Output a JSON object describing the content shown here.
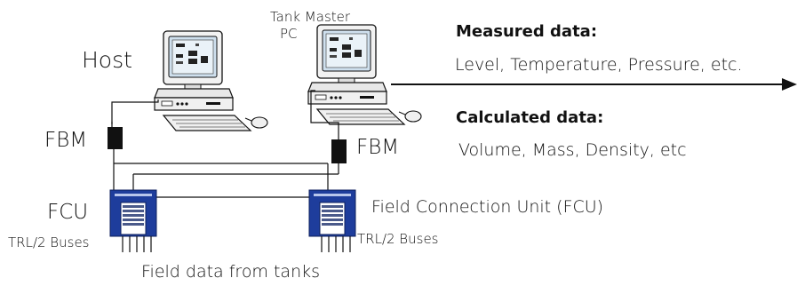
{
  "labels": {
    "host": "Host",
    "tankmaster_line1": "Tank Master",
    "tankmaster_line2": "PC",
    "fbm_left": "FBM",
    "fbm_right": "FBM",
    "fcu_left": "FCU",
    "fcu_right_full": "Field Connection Unit (FCU)",
    "trl_left": "TRL/2 Buses",
    "trl_right": "TRL/2 Buses",
    "field_data": "Field data from tanks"
  },
  "measured": {
    "heading": "Measured data:",
    "items": "Level, Temperature, Pressure, etc."
  },
  "calculated": {
    "heading": "Calculated data:",
    "items": "Volume, Mass, Density, etc"
  },
  "colors": {
    "fcu_blue": "#1e3d9c",
    "monitor_body": "#eeeeee",
    "screen": "#b8d4e8",
    "ink": "#111111"
  }
}
